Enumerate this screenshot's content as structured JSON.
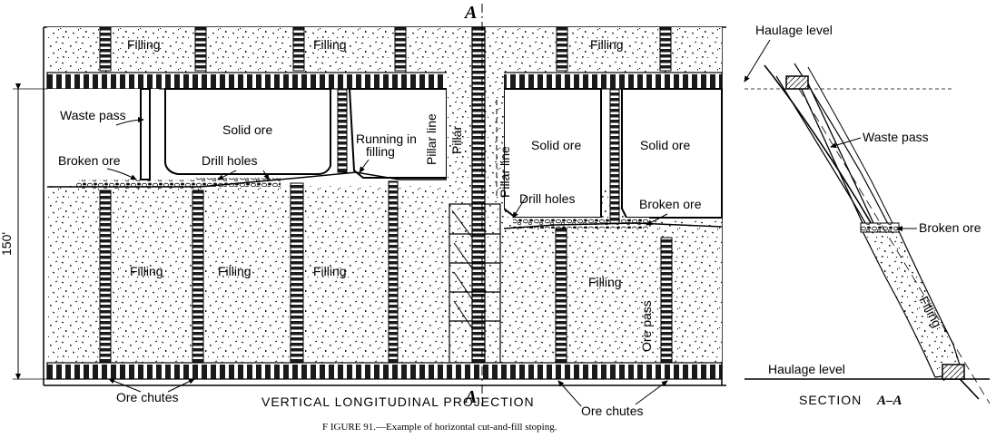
{
  "figure": {
    "caption": "F IGURE 91.—Example of horizontal cut-and-fill stoping.",
    "projection_title": "VERTICAL LONGITUDINAL PROJECTION",
    "section_title": "SECTION",
    "section_mark": "A–A",
    "dimension": "150'",
    "section_line_label": "A"
  },
  "longitudinal": {
    "top_filling_labels": [
      "Filling",
      "Filling",
      "Filling"
    ],
    "lower_filling_labels": [
      "Filling",
      "Filling",
      "Filling",
      "Filling"
    ],
    "solid_ore_labels": [
      "Solid ore",
      "Solid ore",
      "Solid ore"
    ],
    "waste_pass": "Waste pass",
    "broken_ore": "Broken ore",
    "drill_holes": "Drill holes",
    "running_in_1": "Running in",
    "running_in_2": "filling",
    "pillar_line": "Pillar line",
    "pillar": "Pillar",
    "drill_holes_2": "Drill holes",
    "broken_ore_2": "Broken ore",
    "ore_pass": "Ore pass",
    "ore_chutes": "Ore chutes"
  },
  "section": {
    "haulage_top": "Haulage level",
    "haulage_bottom": "Haulage level",
    "waste_pass": "Waste pass",
    "broken_ore": "Broken ore",
    "filling": "Filling"
  }
}
